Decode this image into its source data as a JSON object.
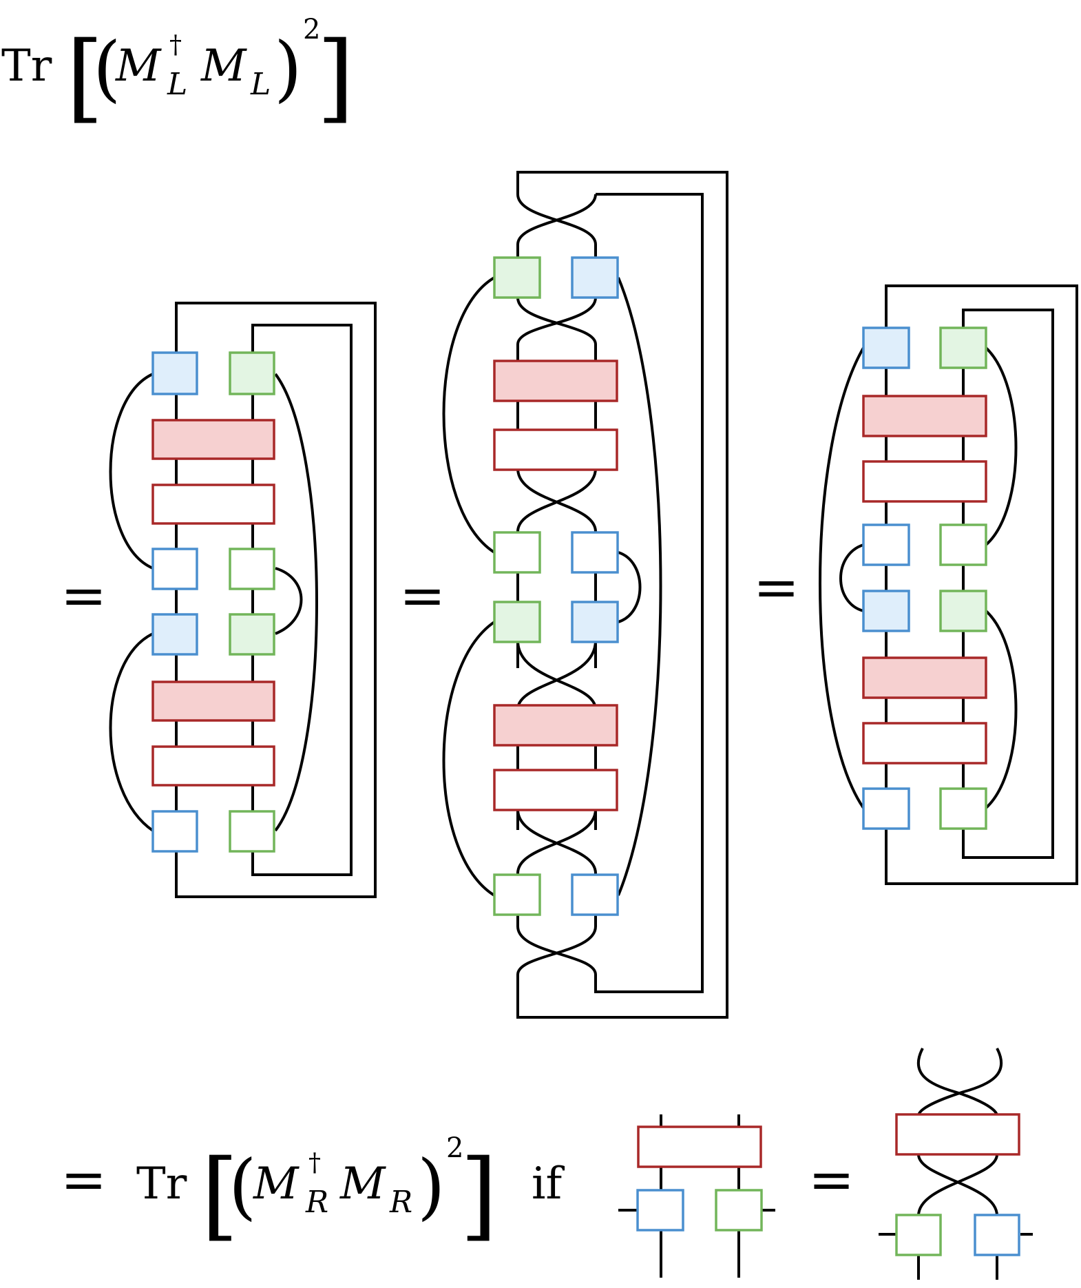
{
  "colors": {
    "wire": "#000000",
    "blue_stroke": "#4a8fcf",
    "blue_fill": "#dfeefb",
    "green_stroke": "#72b55a",
    "green_fill": "#e3f5e3",
    "red_stroke": "#a82828",
    "red_fill": "#f6d0d0",
    "white_fill": "#ffffff"
  },
  "top_formula": {
    "tr": "Tr",
    "lbracket": "[",
    "lparen": "(",
    "m1": "M",
    "dagger": "†",
    "sub1": "L",
    "m2": "M",
    "sub2": "L",
    "rparen": ")",
    "power": "2",
    "rbracket": "]"
  },
  "equals": [
    "=",
    "=",
    "=",
    "="
  ],
  "bottom_formula": {
    "tr": "Tr",
    "lbracket": "[",
    "lparen": "(",
    "m1": "M",
    "dagger": "†",
    "sub1": "R",
    "m2": "M",
    "sub2": "R",
    "rparen": ")",
    "power": "2",
    "rbracket": "]",
    "if_word": "if"
  },
  "condition_equals": "="
}
